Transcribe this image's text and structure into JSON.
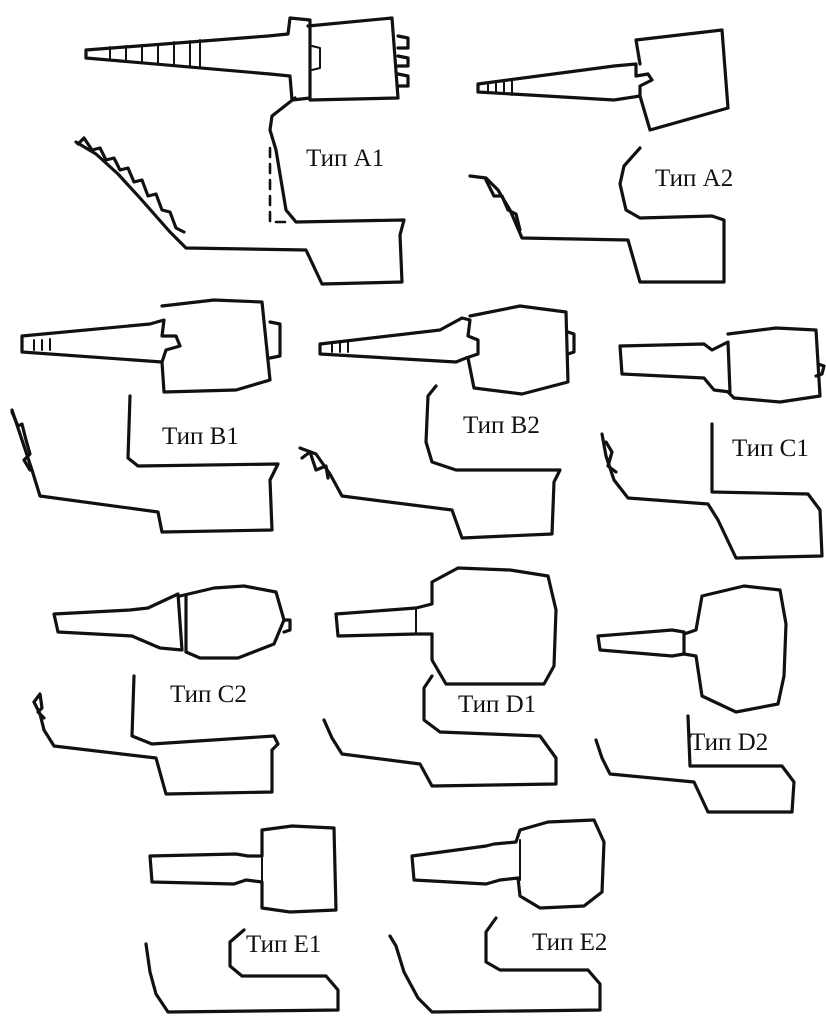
{
  "labels": {
    "a1": "Тип А1",
    "a2": "Тип А2",
    "b1": "Тип В1",
    "b2": "Тип В2",
    "c1": "Тип С1",
    "c2": "Тип С2",
    "d1": "Тип D1",
    "d2": "Тип D2",
    "e1": "Тип Е1",
    "e2": "Тип Е2"
  }
}
